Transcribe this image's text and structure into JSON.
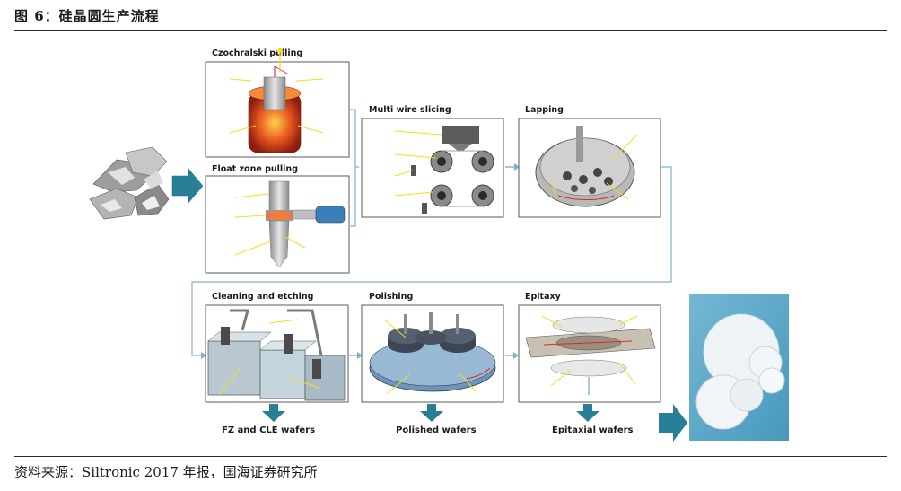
{
  "figure": {
    "title": "图 6：硅晶圆生产流程",
    "source": "资料来源：Siltronic 2017 年报，国海证券研究所"
  },
  "stages": {
    "czochralski": "Czochralski pulling",
    "float_zone": "Float zone pulling",
    "multi_wire": "Multi wire slicing",
    "lapping": "Lapping",
    "cleaning": "Cleaning and etching",
    "polishing": "Polishing",
    "epitaxy": "Epitaxy"
  },
  "outputs": {
    "fz_cle": "FZ and CLE wafers",
    "polished": "Polished wafers",
    "epitaxial": "Epitaxial wafers"
  },
  "colors": {
    "arrow_teal": "#2a7f98",
    "connector": "#7fb2c8",
    "box_border": "#5a5a5a",
    "callout": "#f2e01f",
    "wafer_bg": "#5aa7c8"
  }
}
